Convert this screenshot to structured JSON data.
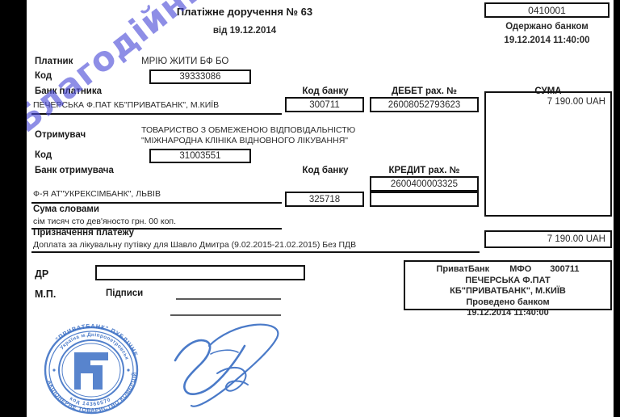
{
  "document": {
    "title": "Платіжне доручення  № 63",
    "date_line": "від 19.12.2014",
    "form_code": "0410001",
    "received_label": "Одержано банком",
    "received_datetime": "19.12.2014 11:40:00"
  },
  "payer": {
    "label": "Платник",
    "name": "МРІЮ ЖИТИ БФ БО",
    "code_label": "Код",
    "code": "39333086",
    "bank_label": "Банк платника",
    "bank_name": "ПЕЧЕРСЬКА Ф.ПАТ КБ\"ПРИВАТБАНК\", М.КИЇВ"
  },
  "debit": {
    "bank_code_label": "Код банку",
    "bank_code": "300711",
    "account_label": "ДЕБЕТ рах. №",
    "account": "26008052793623"
  },
  "sum": {
    "label": "СУМА",
    "value": "7 190.00 UAH"
  },
  "recipient": {
    "label": "Отримувач",
    "name_line1": "ТОВАРИСТВО З ОБМЕЖЕНОЮ ВІДПОВІДАЛЬНІСТЮ",
    "name_line2": "\"МІЖНАРОДНА КЛІНІКА ВІДНОВНОГО ЛІКУВАННЯ\"",
    "code_label": "Код",
    "code": "31003551",
    "bank_label": "Банк отримувача",
    "bank_name": "Ф-Я АТ\"УКРЕКСІМБАНК\", ЛЬВІВ"
  },
  "credit": {
    "bank_code_label": "Код банку",
    "bank_code": "325718",
    "account_label": "КРЕДИТ рах. №",
    "account": "2600400003325"
  },
  "amount_words": {
    "label": "Сума словами",
    "value": "сім тисяч сто дев'яносто грн. 00 коп."
  },
  "purpose": {
    "label": "Призначення платежу",
    "value": "Доплата за лікувальну путівку для Шавло Дмитра (9.02.2015-21.02.2015) Без ПДВ"
  },
  "total": {
    "value": "7 190.00 UAH"
  },
  "footer": {
    "dr_label": "ДР",
    "dr_value": "",
    "mp_label": "М.П.",
    "signatures_label": "Підписи"
  },
  "bank_stamp": {
    "bank_name": "ПриватБанк",
    "mfo_label": "МФО",
    "mfo_value": "300711",
    "branch_line1": "ПЕЧЕРСЬКА Ф.ПАТ",
    "branch_line2": "КБ\"ПРИВАТБАНК\", М.КИЇВ",
    "processed_label": "Проведено банком",
    "processed_datetime": "19.12.2014 11:40:00"
  },
  "watermark": {
    "text": "Благодійний фонд \"Мрію жити\"",
    "color": "#4a4ad8"
  },
  "seal": {
    "name": "privatbank-round-seal",
    "outer_text_top": "\"ПРИВАТБАНК\" ПУБЛІЧНЕ",
    "outer_text_bottom": "АКЦІОНЕРНЕ ТОВАРИСТВО КОМЕРЦІЙНИЙ БАНК",
    "inner_text": "Україна  м.Дніпропетровськ",
    "code": "14360570",
    "color": "#3b6fc4"
  },
  "signature": {
    "name": "handwritten-signature",
    "color": "#3b6fc4"
  }
}
